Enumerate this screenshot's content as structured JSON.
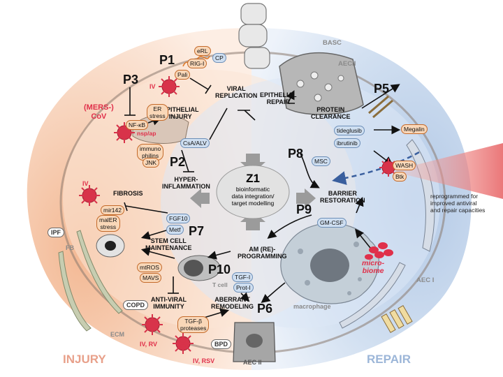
{
  "center": {
    "title": "Z1",
    "line1": "bioinformatic",
    "line2": "data integration/",
    "line3": "target modelling"
  },
  "sides": {
    "injury": "INJURY",
    "repair": "REPAIR"
  },
  "projects": {
    "p1": "P1",
    "p2": "P2",
    "p3": "P3",
    "p5": "P5",
    "p6": "P6",
    "p7": "P7",
    "p8": "P8",
    "p9": "P9",
    "p10": "P10"
  },
  "processes": {
    "viral_replication": [
      "VIRAL",
      "REPLICATION"
    ],
    "epithelial_injury": [
      "EPITHELIAL",
      "INJURY"
    ],
    "epithelial_repair": [
      "EPITHELIAL",
      "REPAIR"
    ],
    "protein_clearance": [
      "PROTEIN",
      "CLEARANCE"
    ],
    "hyper_inflammation": [
      "HYPER-",
      "INFLAMMATION"
    ],
    "fibrosis": "FIBROSIS",
    "barrier_restoration": [
      "BARRIER",
      "RESTORATION"
    ],
    "stem_cell_maintenance": [
      "STEM CELL",
      "MAINTENANCE"
    ],
    "am_reprogramming": [
      "AM (RE)-",
      "PROGRAMMING"
    ],
    "anti_viral_immunity": [
      "ANTI-VIRAL",
      "IMMUNITY"
    ],
    "aberrant_remodeling": [
      "ABERRANT",
      "REMODELING"
    ]
  },
  "molecules_orange": {
    "erl": "eRL",
    "rig_i": "RIG-I",
    "pali": "Pali",
    "er_stress": [
      "ER",
      "stress"
    ],
    "nf_kb": "NF-κB",
    "immunophilins": [
      "immuno",
      "philins"
    ],
    "jnk": "JNK",
    "mir142": "mir142",
    "maler_stress": [
      "malER",
      "stress"
    ],
    "mtros": "mtROS",
    "mavs": "MAVS",
    "tgf_b_proteases": [
      "TGF-β",
      "proteases"
    ],
    "megalin": "Megalin",
    "wash": "WASH",
    "btk": "Btk"
  },
  "molecules_blue": {
    "cp": "CP",
    "csa_alv": "CsA/ALV",
    "fgf10": "FGF10",
    "metf": "Metf",
    "tgf_i": "TGF-I",
    "prot_i": "Prot-I",
    "tideglusib": "tideglusib",
    "ibrutinib": "ibrutinib",
    "msc": "MSC",
    "gm_csf": "GM-CSF"
  },
  "viruses": {
    "mers": [
      "(MERS-)",
      "CoV"
    ],
    "nsp": "nsp/ap",
    "iv_top": "IV",
    "iv_mid": "IV",
    "iv_rv": "IV, RV",
    "iv_rsv": "IV, RSV"
  },
  "diseases": {
    "ipf": "IPF",
    "copd": "COPD",
    "bpd": "BPD"
  },
  "cells": {
    "basc": "BASC",
    "aecii": "AECII",
    "aec1": "AEC I",
    "aec2": "AEC II",
    "fb": "FB",
    "ecm": "ECM",
    "t_cell": "T cell",
    "macrophage": "macrophage"
  },
  "microbiome": [
    "micro-",
    "biome"
  ],
  "reprogram_note": [
    "reprogrammed for",
    "improved antiviral",
    "and repair capacities"
  ],
  "colors": {
    "injury_bg": "#f6c9ad",
    "repair_bg": "#c4d6ec",
    "virus": "#d8334a",
    "pill_orange": "#f9d7b8",
    "pill_blue": "#cfdff1"
  }
}
